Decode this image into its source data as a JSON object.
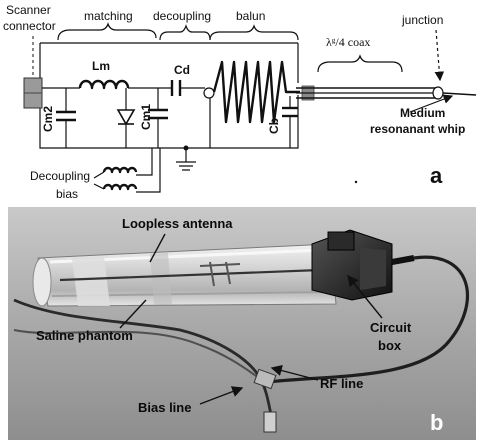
{
  "panel_a": {
    "letter": "a",
    "sections": {
      "matching": "matching",
      "decoupling": "decoupling",
      "balun": "balun"
    },
    "scanner_connector": [
      "Scanner",
      "connector"
    ],
    "coax": "λᵍ/4 coax",
    "junction": "junction",
    "whip": [
      "Medium",
      "resonanant whip"
    ],
    "decoupling_bias": [
      "Decoupling",
      "bias"
    ],
    "components": {
      "lm": "Lm",
      "cd": "Cd",
      "cm2": "Cm2",
      "cm1": "Cm1",
      "cb": "Cb"
    }
  },
  "panel_b": {
    "letter": "b",
    "loopless_antenna": "Loopless antenna",
    "saline_phantom": "Saline phantom",
    "circuit_box": [
      "Circuit",
      "box"
    ],
    "rf_line": "RF line",
    "bias_line": "Bias line"
  }
}
